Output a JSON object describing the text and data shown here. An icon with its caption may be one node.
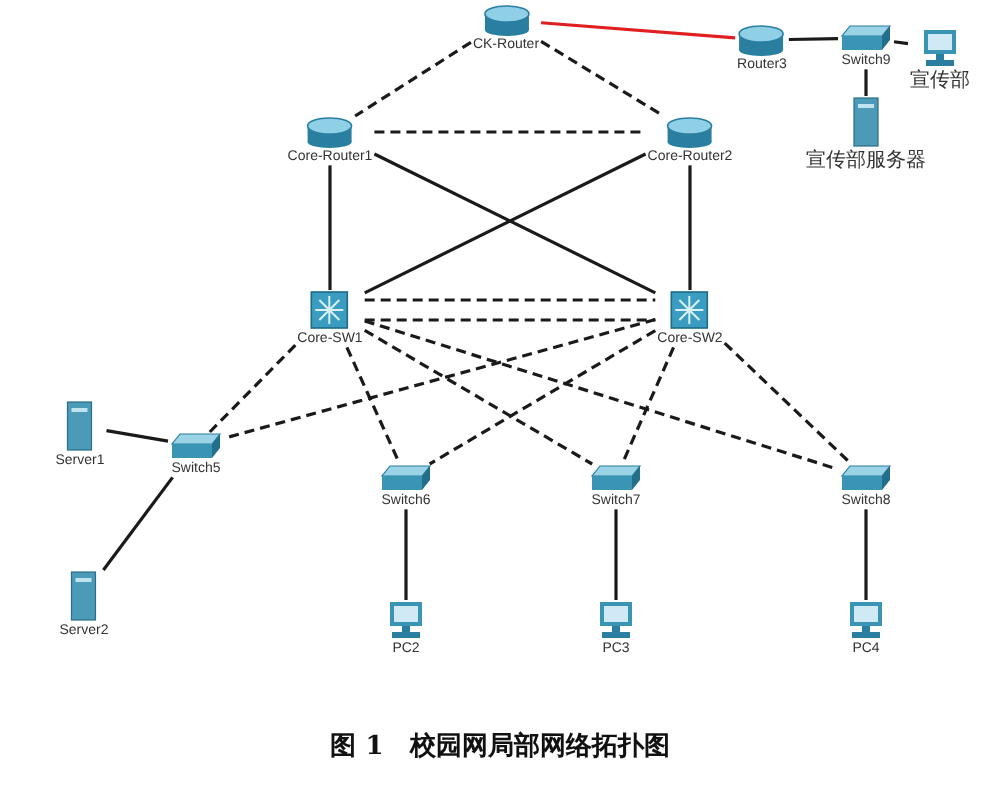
{
  "diagram": {
    "caption": "图 1　校园网局部网络拓扑图",
    "nodes": [
      {
        "text": [
          "CK-Router"
        ]
      },
      {
        "text": [
          "Router3"
        ]
      },
      {
        "text": [
          "Switch9"
        ]
      },
      {
        "text": [
          "宣传部"
        ]
      },
      {
        "text": [
          "宣传部服务器"
        ]
      },
      {
        "text": [
          "Core-Router1"
        ]
      },
      {
        "text": [
          "Core-Router2"
        ]
      },
      {
        "text": [
          "Core-SW1"
        ]
      },
      {
        "text": [
          "Core-SW2"
        ]
      },
      {
        "text": [
          "Server1"
        ]
      },
      {
        "text": [
          "Switch5"
        ]
      },
      {
        "text": [
          "Server2"
        ]
      },
      {
        "text": [
          "Switch6"
        ]
      },
      {
        "text": [
          "Switch7"
        ]
      },
      {
        "text": [
          "Switch8"
        ]
      },
      {
        "text": [
          "PC2"
        ]
      },
      {
        "text": [
          "PC3"
        ]
      },
      {
        "text": [
          "PC4"
        ]
      }
    ],
    "edges": [
      {
        "from": 0,
        "to": 1,
        "arrow": "none",
        "color": "#e02020"
      },
      {
        "from": 1,
        "to": 2,
        "arrow": "none"
      },
      {
        "from": 2,
        "to": 3,
        "arrow": "none"
      },
      {
        "from": 2,
        "to": 4,
        "arrow": "none"
      },
      {
        "from": 0,
        "to": 5,
        "arrow": "none",
        "style": "dashed"
      },
      {
        "from": 0,
        "to": 6,
        "arrow": "none",
        "style": "dashed"
      },
      {
        "from": 5,
        "to": 6,
        "arrow": "none",
        "style": "dashed"
      },
      {
        "from": 5,
        "to": 7,
        "arrow": "none"
      },
      {
        "from": 6,
        "to": 8,
        "arrow": "none"
      },
      {
        "from": 5,
        "to": 8,
        "arrow": "none"
      },
      {
        "from": 6,
        "to": 7,
        "arrow": "none"
      },
      {
        "from": 7,
        "to": 8,
        "arrow": "none",
        "style": "dashed"
      },
      {
        "from": 7,
        "to": 8,
        "arrow": "none",
        "style": "dashed"
      },
      {
        "from": 7,
        "to": 10,
        "arrow": "none",
        "style": "dashed"
      },
      {
        "from": 7,
        "to": 12,
        "arrow": "none",
        "style": "dashed"
      },
      {
        "from": 7,
        "to": 13,
        "arrow": "none",
        "style": "dashed"
      },
      {
        "from": 7,
        "to": 14,
        "arrow": "none",
        "style": "dashed"
      },
      {
        "from": 8,
        "to": 10,
        "arrow": "none",
        "style": "dashed"
      },
      {
        "from": 8,
        "to": 12,
        "arrow": "none",
        "style": "dashed"
      },
      {
        "from": 8,
        "to": 13,
        "arrow": "none",
        "style": "dashed"
      },
      {
        "from": 8,
        "to": 14,
        "arrow": "none",
        "style": "dashed"
      },
      {
        "from": 9,
        "to": 10,
        "arrow": "none"
      },
      {
        "from": 10,
        "to": 11,
        "arrow": "none"
      },
      {
        "from": 12,
        "to": 15,
        "arrow": "none"
      },
      {
        "from": 13,
        "to": 16,
        "arrow": "none"
      },
      {
        "from": 14,
        "to": 17,
        "arrow": "none"
      }
    ]
  }
}
